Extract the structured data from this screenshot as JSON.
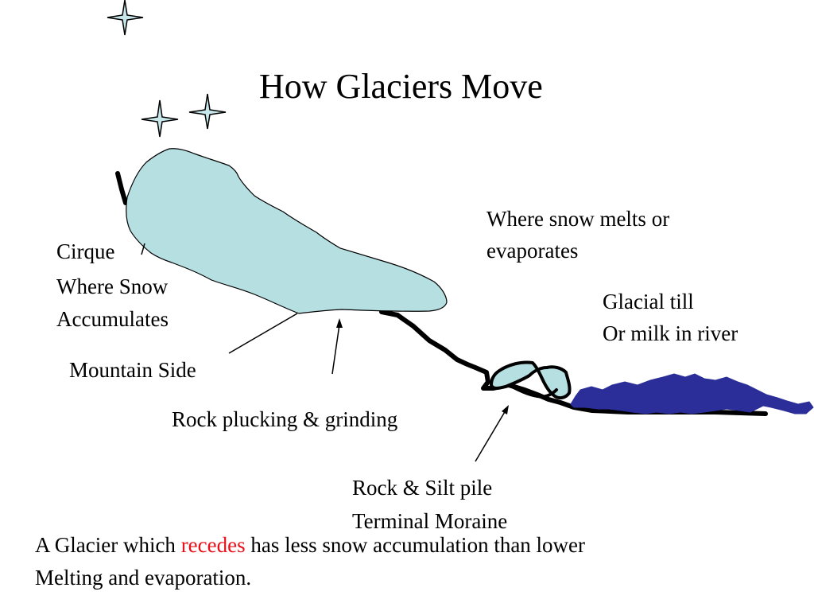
{
  "title": "How Glaciers Move",
  "labels": {
    "cirque": "Cirque",
    "accumulation_line1": "Where Snow",
    "accumulation_line2": "Accumulates",
    "mountain_side": "Mountain Side",
    "rock_plucking": "Rock plucking & grinding",
    "melt_line1": "Where snow melts or",
    "melt_line2": "evaporates",
    "till_line1": "Glacial till",
    "till_line2": "Or milk in river",
    "moraine_line1": "Rock & Silt pile",
    "moraine_line2": "Terminal Moraine"
  },
  "caption": {
    "part1": "A Glacier which ",
    "highlight": "recedes",
    "part2": " has less snow accumulation than lower",
    "line2": "Melting and evaporation."
  },
  "colors": {
    "glacier_fill": "#b6dfe2",
    "star_fill": "#c6e6ea",
    "river_fill": "#2b2e98",
    "highlight_text": "#e8101a"
  },
  "icons": [
    "sparkle-star-icon",
    "sparkle-star-icon",
    "sparkle-star-icon"
  ]
}
